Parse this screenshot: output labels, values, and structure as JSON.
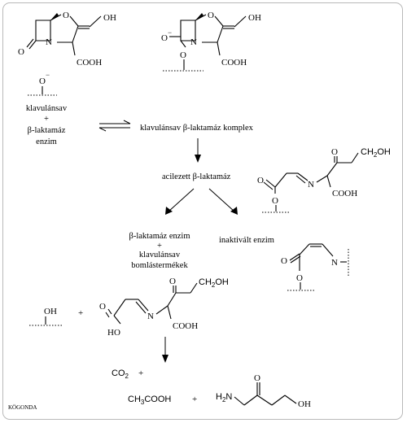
{
  "labels": {
    "reactant_line1": "klavulánsav",
    "reactant_plus": "+",
    "reactant_line2": "β-laktamáz",
    "reactant_line3": "enzim",
    "complex": "klavulánsav β-laktamáz komplex",
    "acylated": "acilezett β-laktamáz",
    "products_line1": "β-laktamáz enzim",
    "products_plus": "+",
    "products_line2": "klavulánsav",
    "products_line3": "bomlástermékek",
    "inactivated": "inaktivált enzim"
  },
  "atoms": {
    "O": "O",
    "N": "N",
    "OH": "OH",
    "COOH": "COOH",
    "CH2OH": "CH",
    "CH2OH_sub": "2",
    "CH2OH_tail": "OH",
    "CH2OH_2": "CH",
    "CH2OH_2_sub": "2",
    "CH2OH_2_tail": "OH",
    "HO": "HO",
    "minus": "−",
    "CO2": "CO",
    "CO2_sub": "2",
    "CO2_plus": "+",
    "plus1": "+",
    "plus2": "+",
    "CH3COOH_a": "CH",
    "CH3COOH_sub": "3",
    "CH3COOH_b": "COOH",
    "H2N_a": "H",
    "H2N_sub": "2",
    "H2N_b": "N"
  },
  "watermark": "KÖGONDA"
}
